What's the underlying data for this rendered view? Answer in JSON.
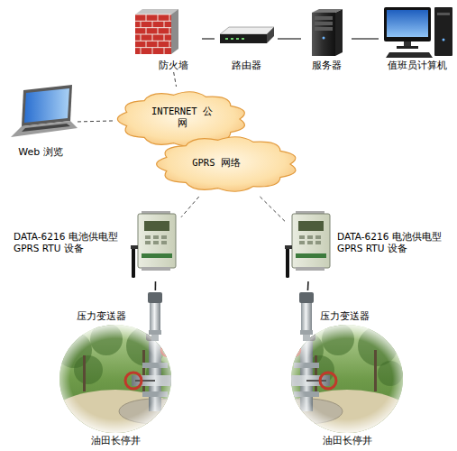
{
  "diagram": {
    "nodes": [
      {
        "text": [
          "防火墙"
        ]
      },
      {
        "text": [
          "路由器"
        ]
      },
      {
        "text": [
          "服务器"
        ]
      },
      {
        "text": [
          "值班员计算机"
        ]
      },
      {
        "text": [
          "Web 浏览"
        ]
      },
      {
        "text": [
          "INTERNET 公网"
        ]
      },
      {
        "text": [
          "GPRS 网络"
        ]
      },
      {
        "text": [
          "DATA-6216 电池供电型 GPRS RTU 设备"
        ]
      },
      {
        "text": [
          "DATA-6216 电池供电型 GPRS RTU 设备"
        ]
      },
      {
        "text": [
          "压力变送器"
        ]
      },
      {
        "text": [
          "压力变送器"
        ]
      },
      {
        "text": [
          "油田长停井"
        ]
      },
      {
        "text": [
          "油田长停井"
        ]
      }
    ],
    "edges": [
      {
        "from": 0,
        "to": 1,
        "arrow": "none"
      },
      {
        "from": 1,
        "to": 2,
        "arrow": "none"
      },
      {
        "from": 2,
        "to": 3,
        "arrow": "none"
      },
      {
        "from": 0,
        "to": 5,
        "arrow": "none"
      },
      {
        "from": 4,
        "to": 5,
        "arrow": "none"
      },
      {
        "from": 6,
        "to": 7,
        "arrow": "none"
      },
      {
        "from": 6,
        "to": 8,
        "arrow": "none"
      },
      {
        "from": 7,
        "to": 9,
        "arrow": "none"
      },
      {
        "from": 8,
        "to": 10,
        "arrow": "none"
      }
    ]
  }
}
